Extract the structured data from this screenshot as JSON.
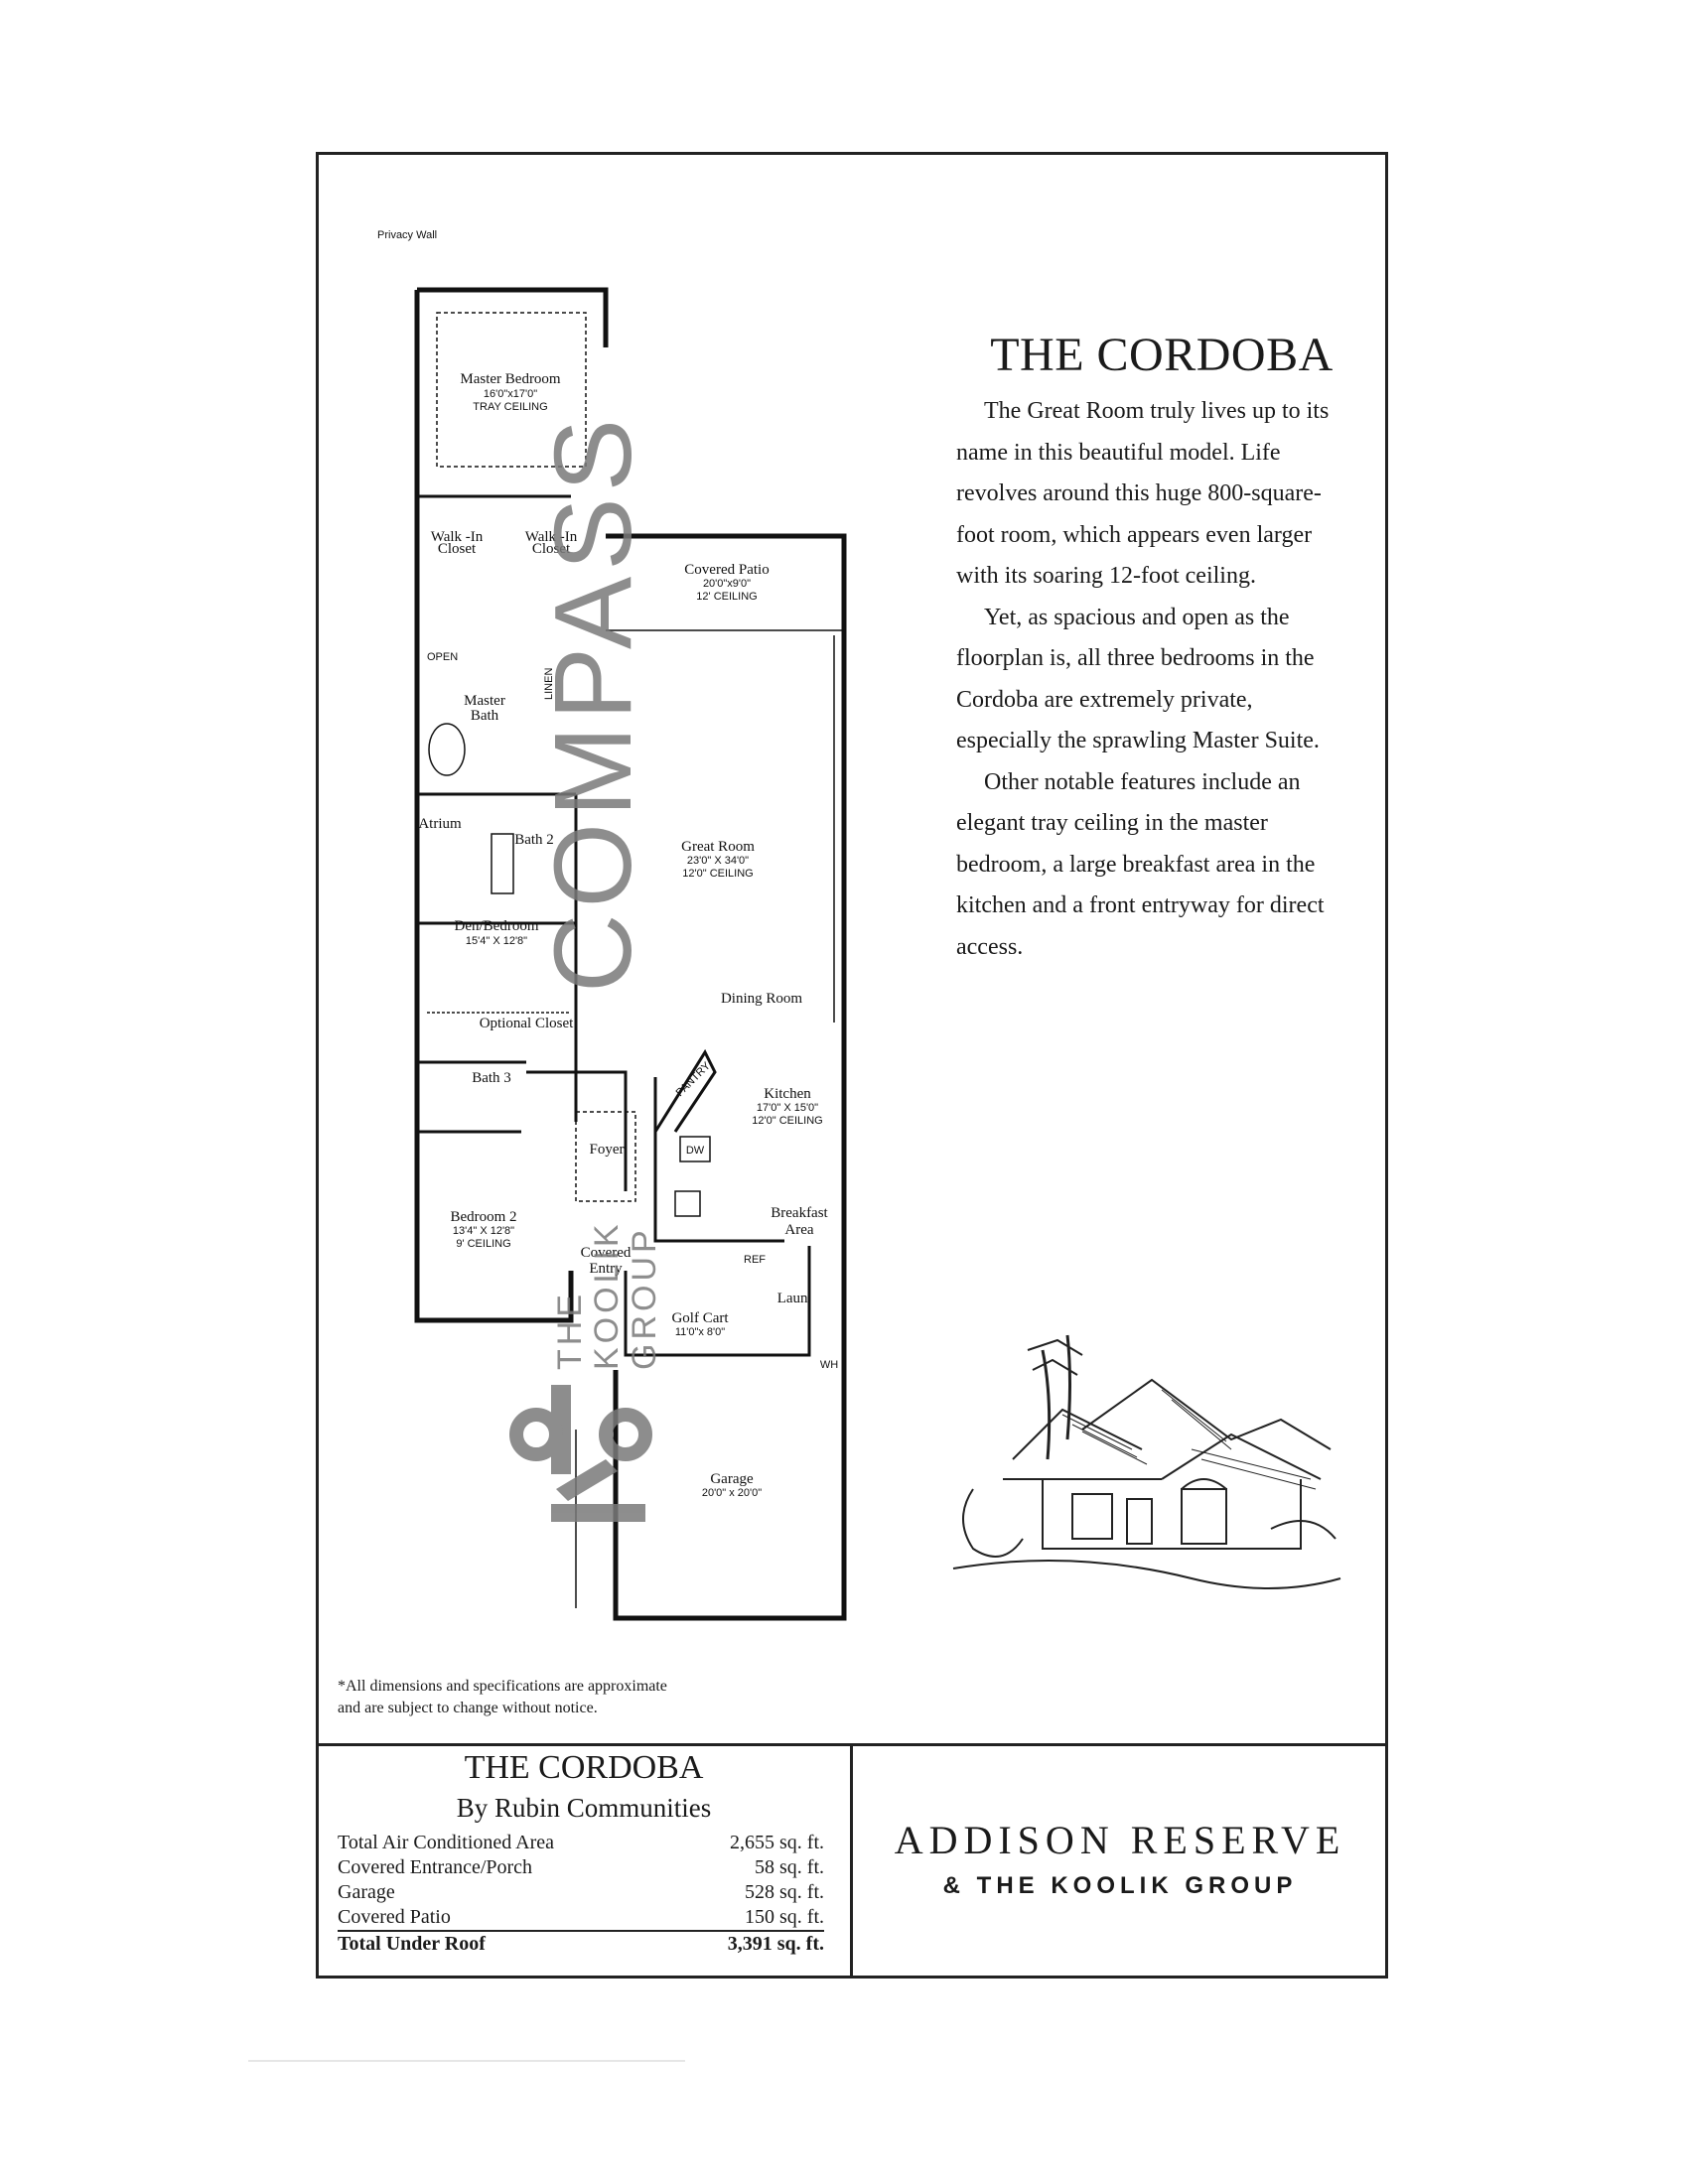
{
  "model": {
    "title": "THE CORDOBA",
    "paragraphs": [
      "The Great Room truly lives up to its name in this beautiful model. Life revolves around this huge 800-square-foot room, which appears even larger with its soaring 12-foot ceiling.",
      "Yet, as spacious and open as the floorplan is, all three bedrooms in the Cordoba are extremely private, especially the sprawling Master Suite.",
      "Other notable features include an elegant tray ceiling in the master bedroom, a large breakfast area in the kitchen and a front entryway for direct access."
    ]
  },
  "floorplan": {
    "privacy_wall": "Privacy Wall",
    "rooms": {
      "master_bedroom": {
        "name": "Master Bedroom",
        "dims": "16'0\"x17'0\"",
        "ceiling": "TRAY CEILING"
      },
      "walk_in_closet_1": {
        "name": "Walk -In",
        "sub": "Closet"
      },
      "walk_in_closet_2": {
        "name": "Walk -In",
        "sub": "Closet"
      },
      "covered_patio": {
        "name": "Covered Patio",
        "dims": "20'0\"x9'0\"",
        "ceiling": "12' CEILING"
      },
      "master_bath": {
        "name": "Master",
        "sub": "Bath"
      },
      "open": "OPEN",
      "linen": "LINEN",
      "atrium": "Atrium",
      "bath_2": "Bath 2",
      "great_room": {
        "name": "Great Room",
        "dims": "23'0\" X 34'0\"",
        "ceiling": "12'0\" CEILING"
      },
      "den_bedroom": {
        "name": "Den/Bedroom",
        "dims": "15'4\" X 12'8\""
      },
      "dining_room": "Dining Room",
      "optional_closet": "Optional Closet",
      "bath_3": "Bath 3",
      "kitchen": {
        "name": "Kitchen",
        "dims": "17'0\" X 15'0\"",
        "ceiling": "12'0\" CEILING"
      },
      "pantry": "PANTRY",
      "dw": "DW",
      "ref": "REF",
      "foyer": "Foyer",
      "breakfast_area": {
        "name": "Breakfast",
        "sub": "Area"
      },
      "bedroom_2": {
        "name": "Bedroom 2",
        "dims": "13'4\" X 12'8\"",
        "ceiling": "9' CEILING"
      },
      "covered_entry": {
        "name": "Covered",
        "sub": "Entry"
      },
      "laun": "Laun.",
      "golf_cart": {
        "name": "Golf Cart",
        "dims": "11'0\"x 8'0\""
      },
      "wh": "WH",
      "garage": {
        "name": "Garage",
        "dims": "20'0\" x 20'0\""
      }
    }
  },
  "watermarks": {
    "compass": "COMPASS",
    "koolik_group": [
      "THE",
      "KOOLIK",
      "GROUP"
    ]
  },
  "disclaimer": [
    "*All dimensions and specifications are approximate",
    "and are subject to change without notice."
  ],
  "specs": {
    "title": "THE CORDOBA",
    "builder": "By Rubin Communities",
    "rows": [
      {
        "label": "Total Air Conditioned Area",
        "value": "2,655 sq. ft."
      },
      {
        "label": "Covered Entrance/Porch",
        "value": "58 sq. ft."
      },
      {
        "label": "Garage",
        "value": "528 sq. ft."
      },
      {
        "label": "Covered Patio",
        "value": "150 sq. ft."
      }
    ],
    "total": {
      "label": "Total Under Roof",
      "value": "3,391 sq. ft."
    }
  },
  "brand": {
    "name": "ADDISON RESERVE",
    "sub": "& THE KOOLIK GROUP"
  }
}
